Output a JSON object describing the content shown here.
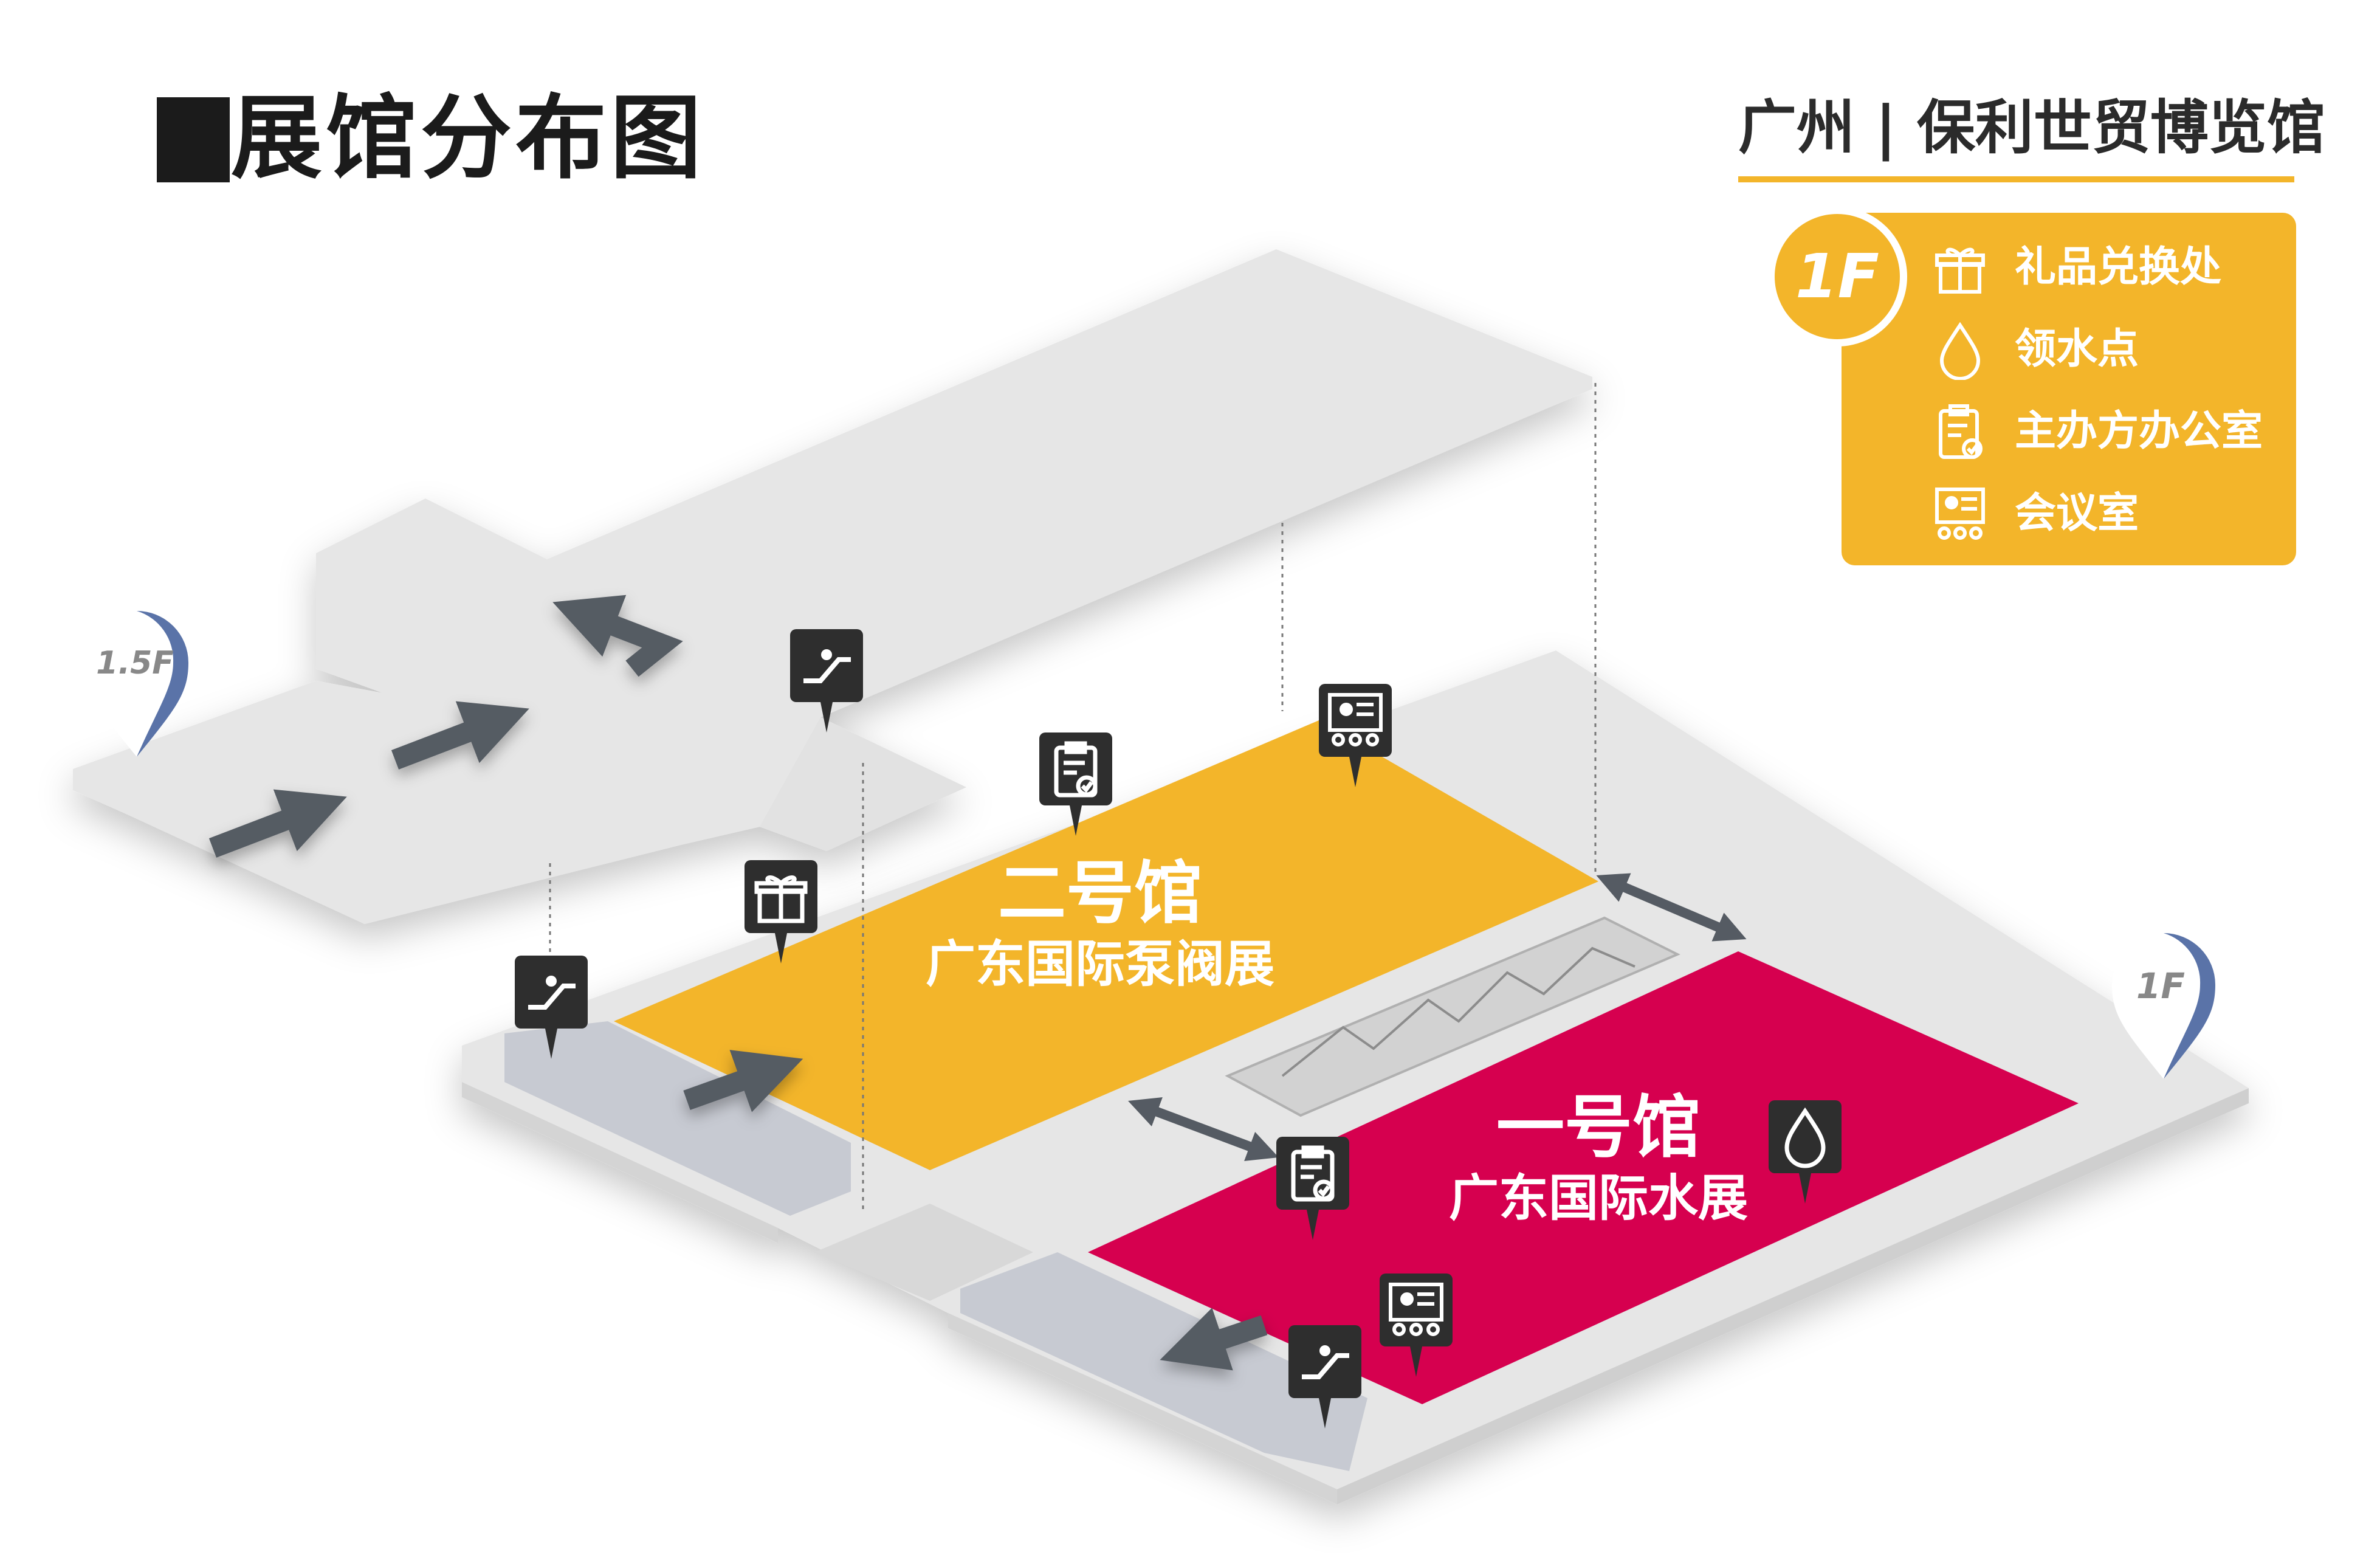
{
  "header": {
    "title": "展馆分布图",
    "venue": "广州 | 保利世贸博览馆"
  },
  "legend": {
    "floor": "1F",
    "items": [
      {
        "icon": "gift-icon",
        "label": "礼品兑换处"
      },
      {
        "icon": "water-drop-icon",
        "label": "领水点"
      },
      {
        "icon": "office-clipboard-icon",
        "label": "主办方办公室"
      },
      {
        "icon": "meeting-room-icon",
        "label": "会议室"
      }
    ]
  },
  "halls": {
    "hall2": {
      "name": "二号馆",
      "exhibition": "广东国际泵阀展",
      "color": "#f3b52a"
    },
    "hall1": {
      "name": "一号馆",
      "exhibition": "广东国际水展",
      "color": "#d6004f"
    }
  },
  "floor_markers": {
    "upper": "1.5F",
    "ground": "1F"
  },
  "colors": {
    "accent": "#f3b52a",
    "hall1": "#d6004f",
    "floor": "#e6e6e6",
    "walkway": "#c7cad2",
    "marker_blue": "#5a73a8",
    "icon_dark": "#2e2e2e"
  }
}
